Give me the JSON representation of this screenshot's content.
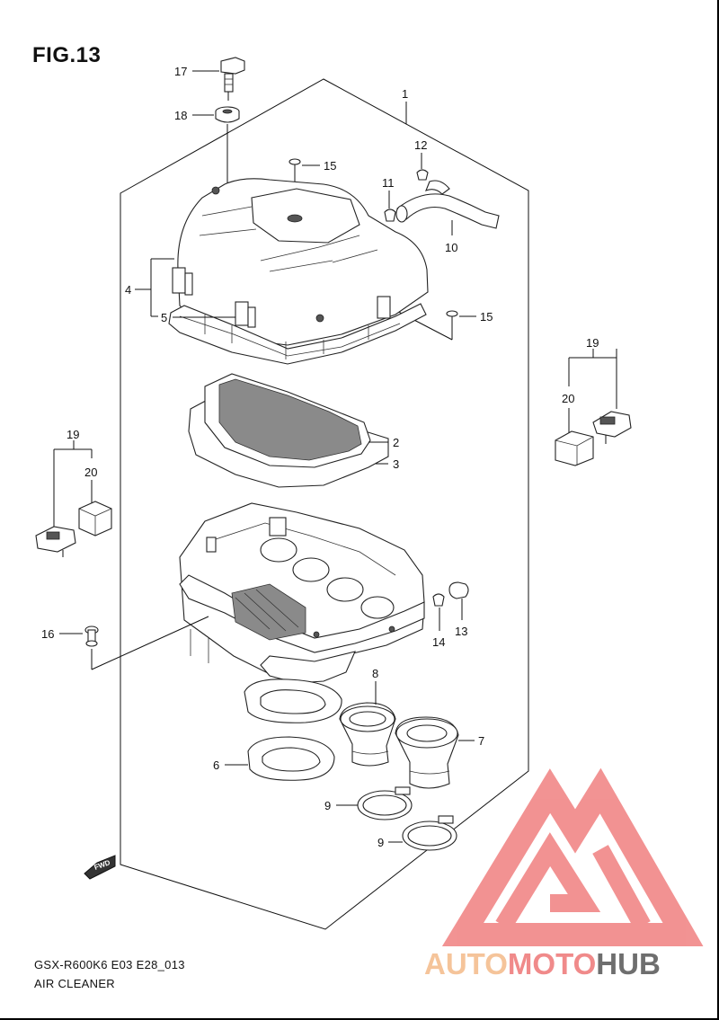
{
  "figure": {
    "title": "FIG.13"
  },
  "footer": {
    "model_code": "GSX-R600K6 E03 E28_013",
    "section_title": "AIR CLEANER"
  },
  "fwd_badge": {
    "text": "FWD"
  },
  "callouts": [
    {
      "id": "c1",
      "text": "1"
    },
    {
      "id": "c2",
      "text": "2"
    },
    {
      "id": "c3",
      "text": "3"
    },
    {
      "id": "c4",
      "text": "4"
    },
    {
      "id": "c5",
      "text": "5"
    },
    {
      "id": "c6",
      "text": "6"
    },
    {
      "id": "c7",
      "text": "7"
    },
    {
      "id": "c8",
      "text": "8"
    },
    {
      "id": "c9a",
      "text": "9"
    },
    {
      "id": "c9b",
      "text": "9"
    },
    {
      "id": "c10",
      "text": "10"
    },
    {
      "id": "c11",
      "text": "11"
    },
    {
      "id": "c12",
      "text": "12"
    },
    {
      "id": "c13",
      "text": "13"
    },
    {
      "id": "c14",
      "text": "14"
    },
    {
      "id": "c15a",
      "text": "15"
    },
    {
      "id": "c15b",
      "text": "15"
    },
    {
      "id": "c16",
      "text": "16"
    },
    {
      "id": "c17",
      "text": "17"
    },
    {
      "id": "c18",
      "text": "18"
    },
    {
      "id": "c19a",
      "text": "19"
    },
    {
      "id": "c19b",
      "text": "19"
    },
    {
      "id": "c20a",
      "text": "20"
    },
    {
      "id": "c20b",
      "text": "20"
    }
  ],
  "watermark": {
    "parts": [
      {
        "text": "AUTO",
        "color": "#f5c49a"
      },
      {
        "text": "MOTO",
        "color": "#f08a8a"
      },
      {
        "text": "HUB",
        "color": "#6e6e6e"
      }
    ],
    "logo_color": "#f08080"
  }
}
